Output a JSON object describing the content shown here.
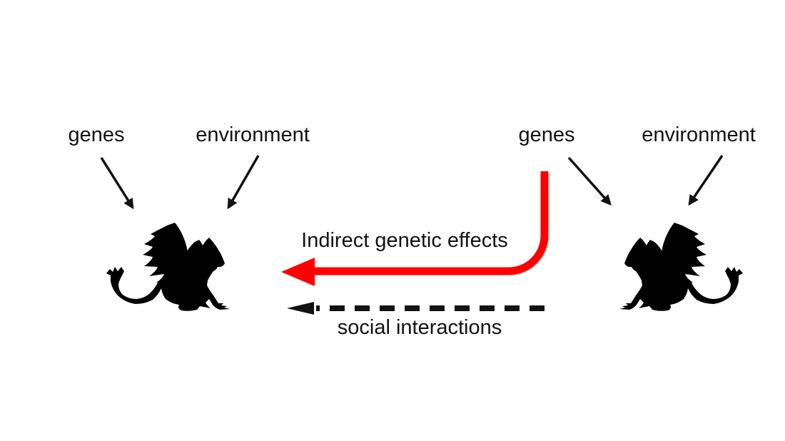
{
  "diagram": {
    "description": "Indirect genetic effects diagram with two griffin individuals",
    "colors": {
      "ink": "#121212",
      "silhouette": "#000000",
      "accent_red": "#FF0000",
      "background": "#FFFFFF"
    },
    "focal_individual": {
      "genes_label": "genes",
      "environment_label": "environment",
      "icon": "griffin-icon"
    },
    "social_partner": {
      "genes_label": "genes",
      "environment_label": "environment",
      "icon": "griffin-icon"
    },
    "relations": {
      "indirect_genetic_effects": {
        "label": "Indirect genetic effects",
        "style": "solid red elbow arrow",
        "direction": "from partner genes to focal individual"
      },
      "social_interactions": {
        "label": "social interactions",
        "style": "dashed black arrow",
        "direction": "from partner to focal individual"
      }
    }
  }
}
